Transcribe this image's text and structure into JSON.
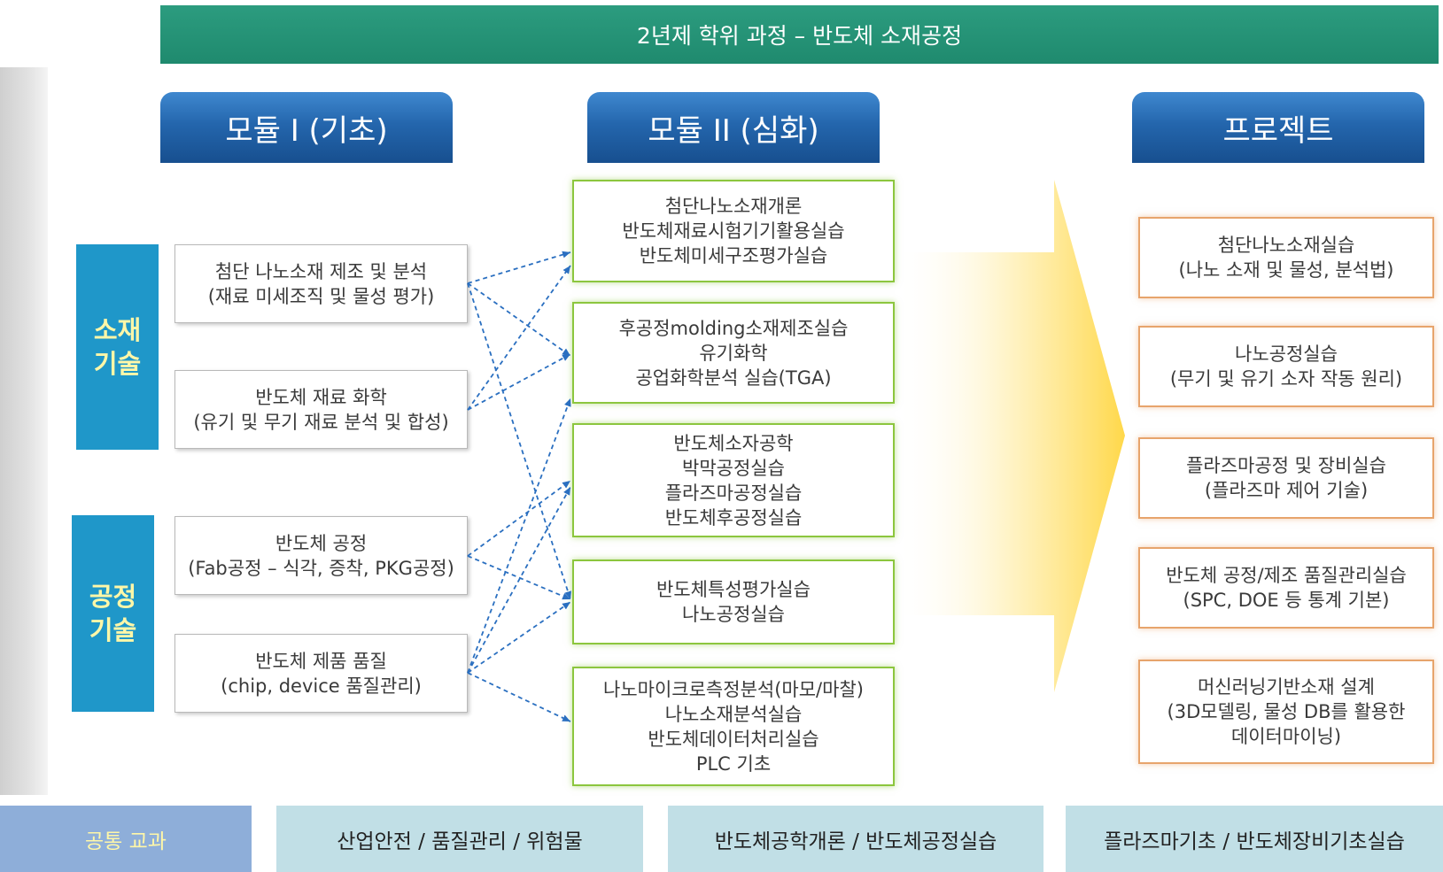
{
  "banner": {
    "title": "2년제 학위 과정 – 반도체 소재공정"
  },
  "modules": {
    "basic": "모듈 I (기초)",
    "advanced": "모듈 II (심화)",
    "project": "프로젝트"
  },
  "categories": {
    "material": "소재\n기술",
    "process": "공정\n기술"
  },
  "basic_courses": [
    "첨단 나노소재 제조 및 분석\n(재료 미세조직 및 물성 평가)",
    "반도체 재료 화학\n(유기 및 무기 재료 분석 및 합성)",
    "반도체 공정\n(Fab공정 – 식각, 증착, PKG공정)",
    "반도체 제품 품질\n(chip, device 품질관리)"
  ],
  "advanced_courses": [
    "첨단나노소재개론\n반도체재료시험기기활용실습\n반도체미세구조평가실습",
    "후공정molding소재제조실습\n유기화학\n공업화학분석 실습(TGA)",
    "반도체소자공학\n박막공정실습\n플라즈마공정실습\n반도체후공정실습",
    "반도체특성평가실습\n나노공정실습",
    "나노마이크로측정분석(마모/마찰)\n나노소재분석실습\n반도체데이터처리실습\nPLC 기초"
  ],
  "project_courses": [
    "첨단나노소재실습\n(나노 소재 및 물성, 분석법)",
    "나노공정실습\n(무기 및 유기 소자 작동 원리)",
    "플라즈마공정 및 장비실습\n(플라즈마 제어 기술)",
    "반도체 공정/제조 품질관리실습\n(SPC, DOE 등 통계 기본)",
    "머신러닝기반소재 설계\n(3D모델링, 물성 DB를 활용한\n데이터마이닝)"
  ],
  "common": {
    "label": "공통 교과",
    "groups": [
      "산업안전 / 품질관리 / 위험물",
      "반도체공학개론 / 반도체공정실습",
      "플라즈마기초 / 반도체장비기초실습"
    ]
  },
  "colors": {
    "banner": "#1f8a6e",
    "module_header": "#2466ad",
    "category": "#1f97c9",
    "category_text": "#fff7a8",
    "advanced_border": "#8cc63e",
    "project_border": "#e7a46c",
    "arrow_line": "#2a6fc0",
    "big_arrow": "#ffd84a",
    "common_bg": "#c1dfe6",
    "common_label_bg": "#8eaed9"
  }
}
